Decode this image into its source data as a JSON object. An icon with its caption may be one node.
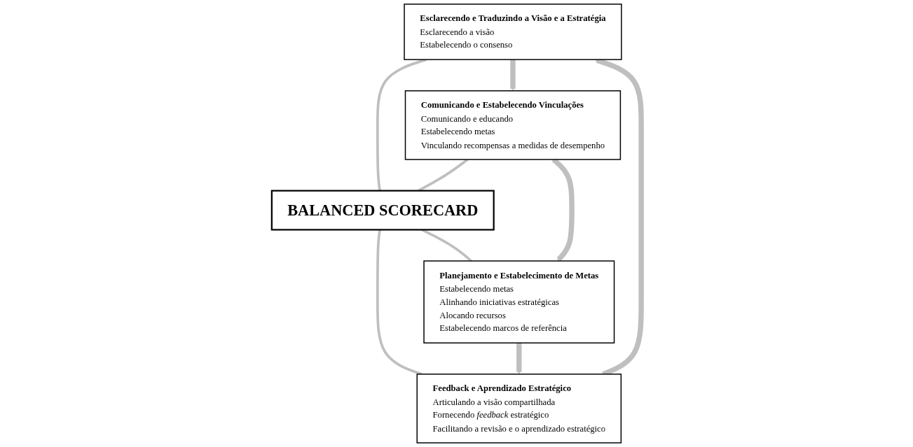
{
  "diagram": {
    "nodes": [
      {
        "text": [
          "Esclarecendo e Traduzindo a Visão e a Estratégia",
          "Esclarecendo a visão",
          "Estabelecendo o consenso"
        ]
      },
      {
        "text": [
          "Comunicando e Estabelecendo Vinculações",
          "Comunicando e educando",
          "Estabelecendo metas",
          "Vinculando recompensas a medidas de desempenho"
        ]
      },
      {
        "text": [
          "BALANCED SCORECARD"
        ]
      },
      {
        "text": [
          "Feedback e Aprendizado Estratégico",
          "Articulando a visão compartilhada",
          "Fornecendo *feedback* estratégico",
          "Facilitando a revisão e o aprendizado estratégico"
        ]
      },
      {
        "text": [
          "Planejamento e Estabelecimento de Metas",
          "Estabelecendo metas",
          "Alinhando iniciativas estratégicas",
          "Alocando recursos",
          "Estabelecendo marcos de referência"
        ]
      }
    ],
    "edges": [
      {
        "from": 0,
        "to": 2,
        "arrow": "none"
      },
      {
        "from": 1,
        "to": 2,
        "arrow": "none"
      },
      {
        "from": 2,
        "to": 3,
        "arrow": "none"
      },
      {
        "from": 2,
        "to": 4,
        "arrow": "none"
      },
      {
        "from": 0,
        "to": 1,
        "arrow": "to",
        "style": "thick"
      },
      {
        "from": 1,
        "to": 4,
        "arrow": "to",
        "style": "thick"
      },
      {
        "from": 4,
        "to": 3,
        "arrow": "to",
        "style": "thick"
      },
      {
        "from": 3,
        "to": 0,
        "arrow": "to",
        "style": "thick"
      }
    ]
  }
}
